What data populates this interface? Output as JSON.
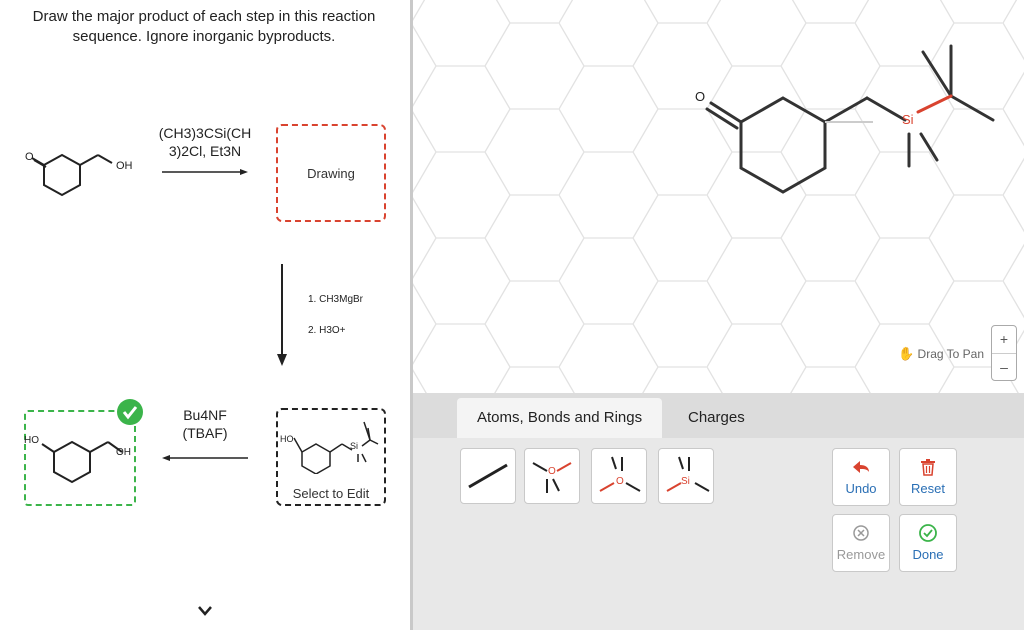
{
  "instructions": "Draw the major product of each step in this reaction sequence. Ignore inorganic byproducts.",
  "step1": {
    "reagent_line1": "(CH3)3CSi(CH",
    "reagent_line2": "3)2Cl, Et3N",
    "start_label_o": "O",
    "start_label_oh": "OH",
    "box_label": "Drawing"
  },
  "step2": {
    "reagent_1": "1. CH3MgBr",
    "reagent_2": "2. H3O+",
    "box_label": "Select to Edit",
    "label_ho": "HO",
    "label_si": "Si"
  },
  "step3": {
    "reagent_line1": "Bu4NF",
    "reagent_line2": "(TBAF)",
    "label_ho": "HO",
    "label_oh": "OH"
  },
  "canvas": {
    "label_o": "O",
    "label_si": "Si",
    "drag_to_pan": "Drag To Pan",
    "zoom_in": "+",
    "zoom_out": "–"
  },
  "toolbar": {
    "tab_atoms": "Atoms, Bonds and Rings",
    "tab_charges": "Charges",
    "tool_o": "O",
    "tool_si": "Si",
    "undo": "Undo",
    "reset": "Reset",
    "remove": "Remove",
    "done": "Done"
  },
  "colors": {
    "accent": "#2a6fb5",
    "red": "#d9432f",
    "green": "#3bb44a"
  }
}
